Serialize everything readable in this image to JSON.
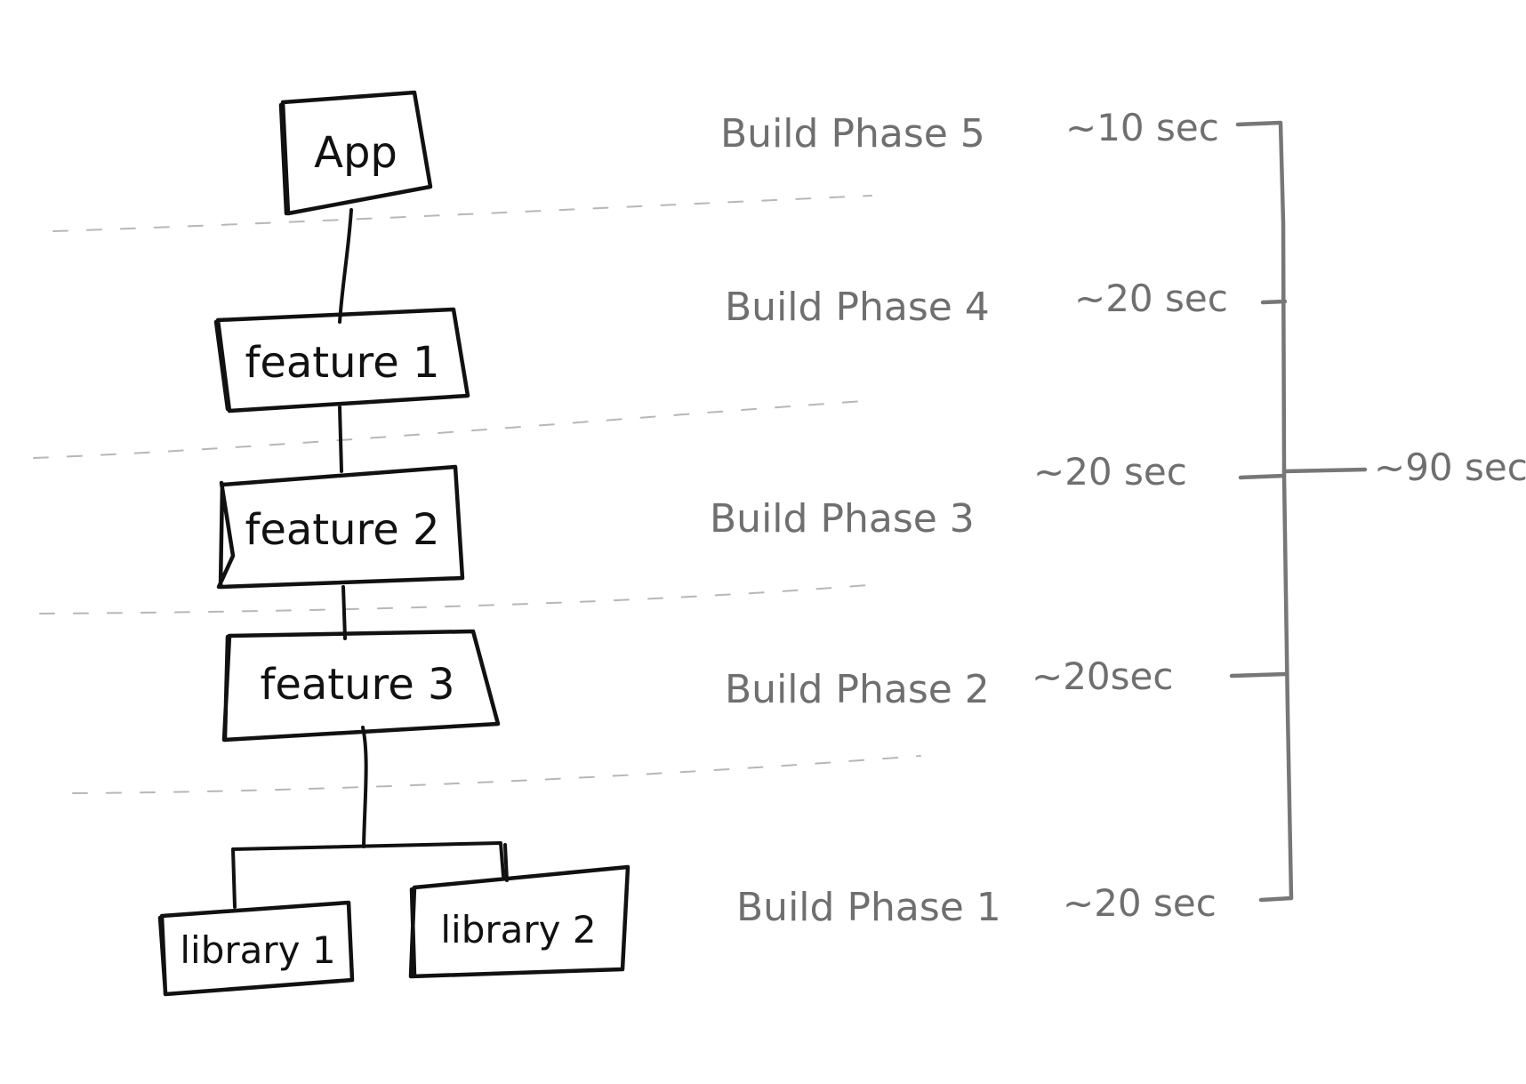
{
  "colors": {
    "ink": "#111111",
    "annotation": "#6f6f6f",
    "separator": "#b7b7b7",
    "background": "#ffffff"
  },
  "nodes": {
    "app": "App",
    "feature1": "feature 1",
    "feature2": "feature 2",
    "feature3": "feature 3",
    "library1": "library 1",
    "library2": "library 2"
  },
  "phases": {
    "p5": "Build Phase 5",
    "p4": "Build Phase 4",
    "p3": "Build Phase 3",
    "p2": "Build Phase 2",
    "p1": "Build Phase 1"
  },
  "times": {
    "t5": "~10 sec",
    "t4": "~20 sec",
    "t3": "~20 sec",
    "t2": "~20sec",
    "t1": "~20 sec",
    "total": "~90 sec"
  }
}
